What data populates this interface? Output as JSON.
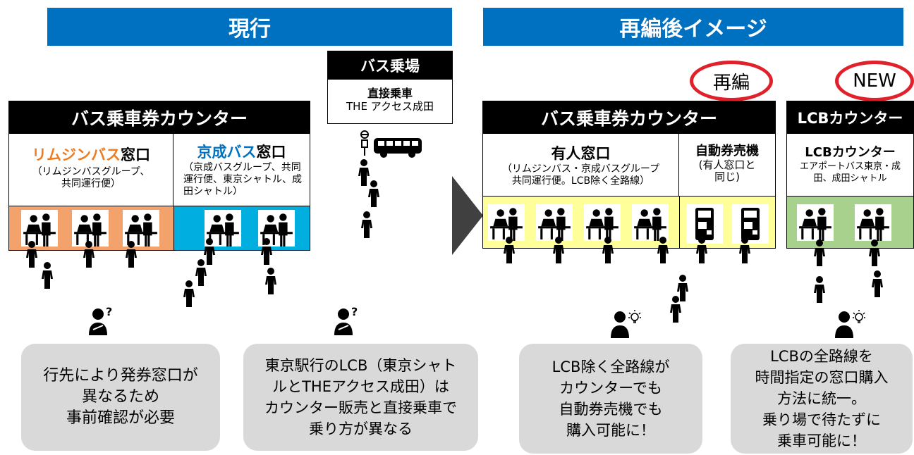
{
  "current": {
    "banner": "現行",
    "counter_title": "バス乗車券カウンター",
    "limousine": {
      "title_colored": "リムジンバス",
      "title_rest": "窓口",
      "sub": "（リムジンバスグループ、\n共同運行便）",
      "accent": "#f07b20"
    },
    "keisei": {
      "title_colored": "京成バス",
      "title_rest": "窓口",
      "sub": "（京成バスグループ、共同\n運行便、東京シャトル、成\n田シャトル）",
      "accent": "#0070c0"
    },
    "bus_stop": {
      "title": "バス乗場",
      "line1": "直接乗車",
      "line2": "THE アクセス成田"
    },
    "bubble_left": "行先により発券窓口が\n異なるため\n事前確認が必要",
    "bubble_right": "東京駅行のLCB（東京シャト\nルとTHEアクセス成田）は\nカウンター販売と直接乗車で\n乗り方が異なる"
  },
  "after": {
    "banner": "再編後イメージ",
    "tag_reorg": "再編",
    "tag_new": "NEW",
    "counter_title": "バス乗車券カウンター",
    "staffed": {
      "title": "有人窓口",
      "sub": "（リムジンバス・京成バスグループ\n共同運行便。LCB除く全路線）"
    },
    "machine": {
      "title": "自動券売機",
      "sub": "(有人窓口と\n同じ)"
    },
    "lcb_header": "LCBカウンター",
    "lcb": {
      "title": "LCBカウンター",
      "sub": "エアポートバス東京・成\n田、成田シャトル"
    },
    "bubble_left": "LCB除く全路線が\nカウンターでも\n自動券売機でも\n購入可能に！",
    "bubble_right": "LCBの全路線を\n時間指定の窓口購入\n方法に統一。\n乗り場で待たずに\n乗車可能に！"
  },
  "colors": {
    "banner": "#0070c0",
    "orange_strip": "#f4a26c",
    "blue_strip": "#00aee0",
    "yellow_strip": "#ffff99",
    "green_strip": "#a9d18e",
    "ellipse": "#e0202a",
    "bubble": "#d9d9d9"
  },
  "icons": [
    "person-icon",
    "staff-desk-icon",
    "ticket-machine-icon",
    "bus-icon",
    "bus-stop-icon",
    "question-person-icon",
    "idea-person-icon",
    "arrow-chevron"
  ]
}
